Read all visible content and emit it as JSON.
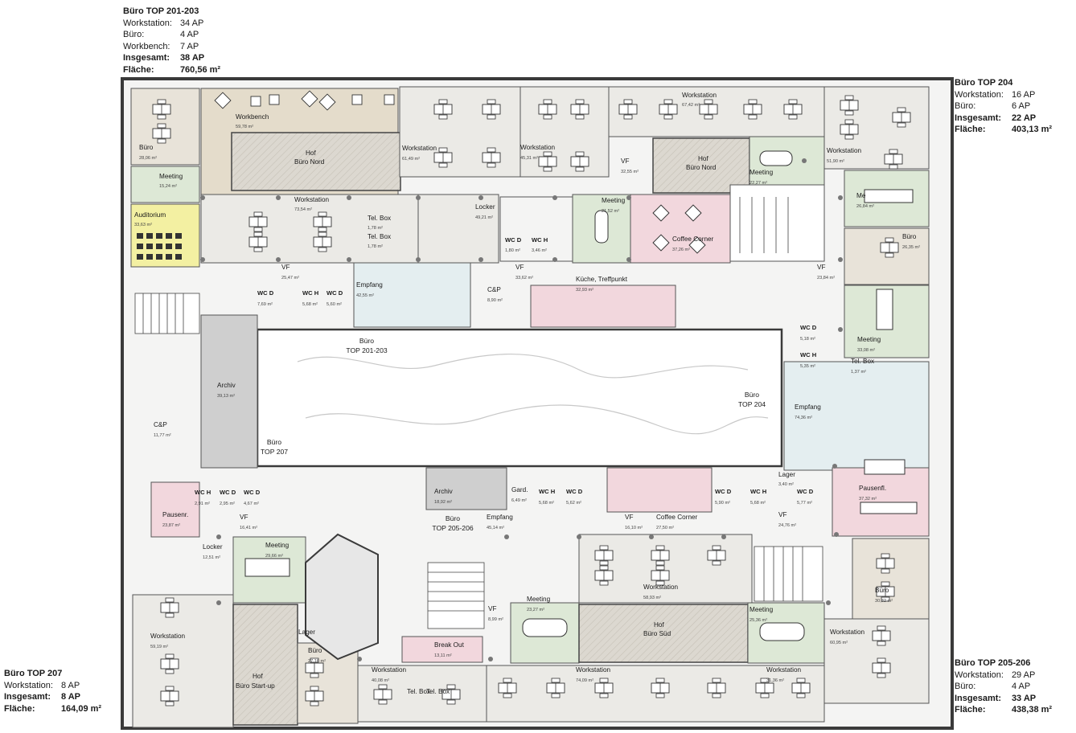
{
  "info_boxes": {
    "top201": {
      "title": "Büro TOP 201-203",
      "rows": [
        {
          "label": "Workstation:",
          "value": "34 AP"
        },
        {
          "label": "Büro:",
          "value": "4 AP"
        },
        {
          "label": "Workbench:",
          "value": "7 AP"
        },
        {
          "label": "Insgesamt:",
          "value": "38 AP"
        },
        {
          "label": "Fläche:",
          "value": "760,56 m²"
        }
      ]
    },
    "top204": {
      "title": "Büro TOP 204",
      "rows": [
        {
          "label": "Workstation:",
          "value": "16 AP"
        },
        {
          "label": "Büro:",
          "value": "6 AP"
        },
        {
          "label": "Insgesamt:",
          "value": "22 AP"
        },
        {
          "label": "Fläche:",
          "value": "403,13 m²"
        }
      ]
    },
    "top207": {
      "title": "Büro TOP 207",
      "rows": [
        {
          "label": "Workstation:",
          "value": "8 AP"
        },
        {
          "label": "Insgesamt:",
          "value": "8 AP"
        },
        {
          "label": "Fläche:",
          "value": "164,09 m²"
        }
      ]
    },
    "top205": {
      "title": "Büro TOP 205-206",
      "rows": [
        {
          "label": "Workstation:",
          "value": "29 AP"
        },
        {
          "label": "Büro:",
          "value": "4 AP"
        },
        {
          "label": "Insgesamt:",
          "value": "33 AP"
        },
        {
          "label": "Fläche:",
          "value": "438,38 m²"
        }
      ]
    }
  },
  "colors": {
    "wall": "#3a3a3a",
    "floor": "#f4f4f3",
    "workstation": "#ebeae6",
    "circulation": "#ffffff",
    "courtyard": "#d9d6cf",
    "workbench": "#e4dccb",
    "meeting": "#dde8d6",
    "auditorium": "#f3f0a2",
    "coffee": "#f2d7dd",
    "reception": "#e4eef0",
    "archive": "#cfcfcf",
    "buero": "#e8e3d9"
  },
  "rooms": [
    {
      "name": "Büro",
      "area": "28,06 m²"
    },
    {
      "name": "Workbench",
      "area": "59,78 m²"
    },
    {
      "name": "Hof",
      "sub": "Büro Nord"
    },
    {
      "name": "Workstation",
      "area": "61,49 m²"
    },
    {
      "name": "Workstation",
      "area": "45,31 m²"
    },
    {
      "name": "Workstation",
      "area": "67,42 m²"
    },
    {
      "name": "VF",
      "area": "32,55 m²"
    },
    {
      "name": "Hof",
      "sub": "Büro Nord"
    },
    {
      "name": "Meeting",
      "area": "22,27 m²"
    },
    {
      "name": "Workstation",
      "area": "51,90 m²"
    },
    {
      "name": "Meeting",
      "area": "15,24 m²"
    },
    {
      "name": "Workstation",
      "area": "73,54 m²"
    },
    {
      "name": "Auditorium",
      "area": "33,63 m²"
    },
    {
      "name": "Tel. Box",
      "area": "1,78 m²"
    },
    {
      "name": "Tel. Box",
      "area": "1,78 m²"
    },
    {
      "name": "Locker",
      "area": "49,21 m²"
    },
    {
      "name": "Meeting",
      "area": "21,52 m²"
    },
    {
      "name": "Coffee Corner",
      "area": "37,26 m²"
    },
    {
      "name": "Me",
      "area": "26,84 m²"
    },
    {
      "name": "Büro",
      "area": "26,35 m²"
    },
    {
      "name": "VF",
      "area": "25,47 m²"
    },
    {
      "name": "VF",
      "area": "33,62 m²"
    },
    {
      "name": "VF",
      "area": "23,84 m²"
    },
    {
      "name": "Empfang",
      "area": "42,55 m²"
    },
    {
      "name": "C&P",
      "area": "8,90 m²"
    },
    {
      "name": "Küche, Treffpunkt",
      "area": "32,93 m²"
    },
    {
      "name": "Meeting",
      "area": "33,08 m²"
    },
    {
      "name": "Tel. Box",
      "area": "1,37 m²"
    },
    {
      "name": "Archiv",
      "area": "39,13 m²"
    },
    {
      "name": "Empfang",
      "area": "74,36 m²"
    },
    {
      "name": "C&P",
      "area": "11,77 m²"
    },
    {
      "name": "Archiv",
      "area": "18,92 m²"
    },
    {
      "name": "Gard.",
      "area": "6,49 m²"
    },
    {
      "name": "Lager",
      "area": "3,40 m²"
    },
    {
      "name": "Pausenfl.",
      "area": "37,32 m²"
    },
    {
      "name": "Pausenr.",
      "area": "23,87 m²"
    },
    {
      "name": "VF",
      "area": "16,41 m²"
    },
    {
      "name": "Empfang",
      "area": "45,14 m²"
    },
    {
      "name": "VF",
      "area": "16,10 m²"
    },
    {
      "name": "Coffee Corner",
      "area": "27,50 m²"
    },
    {
      "name": "VF",
      "area": "24,76 m²"
    },
    {
      "name": "Locker",
      "area": "12,51 m²"
    },
    {
      "name": "Meeting",
      "area": "29,66 m²"
    },
    {
      "name": "Workstation",
      "area": "58,93 m²"
    },
    {
      "name": "Büro",
      "area": "30,32 m²"
    },
    {
      "name": "VF",
      "area": "8,99 m²"
    },
    {
      "name": "Meeting",
      "area": "23,27 m²"
    },
    {
      "name": "Hof",
      "sub": "Büro Süd"
    },
    {
      "name": "Meeting",
      "area": "25,36 m²"
    },
    {
      "name": "Workstation",
      "area": "59,19 m²"
    },
    {
      "name": "Lager"
    },
    {
      "name": "Büro",
      "area": "27,16 m²"
    },
    {
      "name": "Break Out",
      "area": "13,11 m²"
    },
    {
      "name": "Workstation",
      "area": "60,95 m²"
    },
    {
      "name": "Hof",
      "sub": "Büro Start-up"
    },
    {
      "name": "Workstation",
      "area": "40,08 m²"
    },
    {
      "name": "Tel. Box"
    },
    {
      "name": "Tel. Box"
    },
    {
      "name": "Workstation",
      "area": "74,09 m²"
    },
    {
      "name": "Workstation",
      "area": "31,36 m²"
    }
  ],
  "wc_labels": [
    {
      "name": "WC D",
      "area": "1,80 m²"
    },
    {
      "name": "WC H",
      "area": "3,46 m²"
    },
    {
      "name": "WC D",
      "area": "7,69 m²"
    },
    {
      "name": "WC H",
      "area": "5,68 m²"
    },
    {
      "name": "WC D",
      "area": "5,60 m²"
    },
    {
      "name": "WC D",
      "area": "5,18 m²"
    },
    {
      "name": "WC H",
      "area": "5,35 m²"
    },
    {
      "name": "WC H",
      "area": "2,91 m²"
    },
    {
      "name": "WC D",
      "area": "2,95 m²"
    },
    {
      "name": "WC D",
      "area": "4,67 m²"
    },
    {
      "name": "WC H",
      "area": "5,68 m²"
    },
    {
      "name": "WC D",
      "area": "5,62 m²"
    },
    {
      "name": "WC D",
      "area": "5,90 m²"
    },
    {
      "name": "WC H",
      "area": "5,68 m²"
    },
    {
      "name": "WC D",
      "area": "5,77 m²"
    }
  ],
  "entries": [
    {
      "line1": "Büro",
      "line2": "TOP 201-203"
    },
    {
      "line1": "Büro",
      "line2": "TOP 204"
    },
    {
      "line1": "Büro",
      "line2": "TOP 207"
    },
    {
      "line1": "Büro",
      "line2": "TOP 205-206"
    }
  ]
}
